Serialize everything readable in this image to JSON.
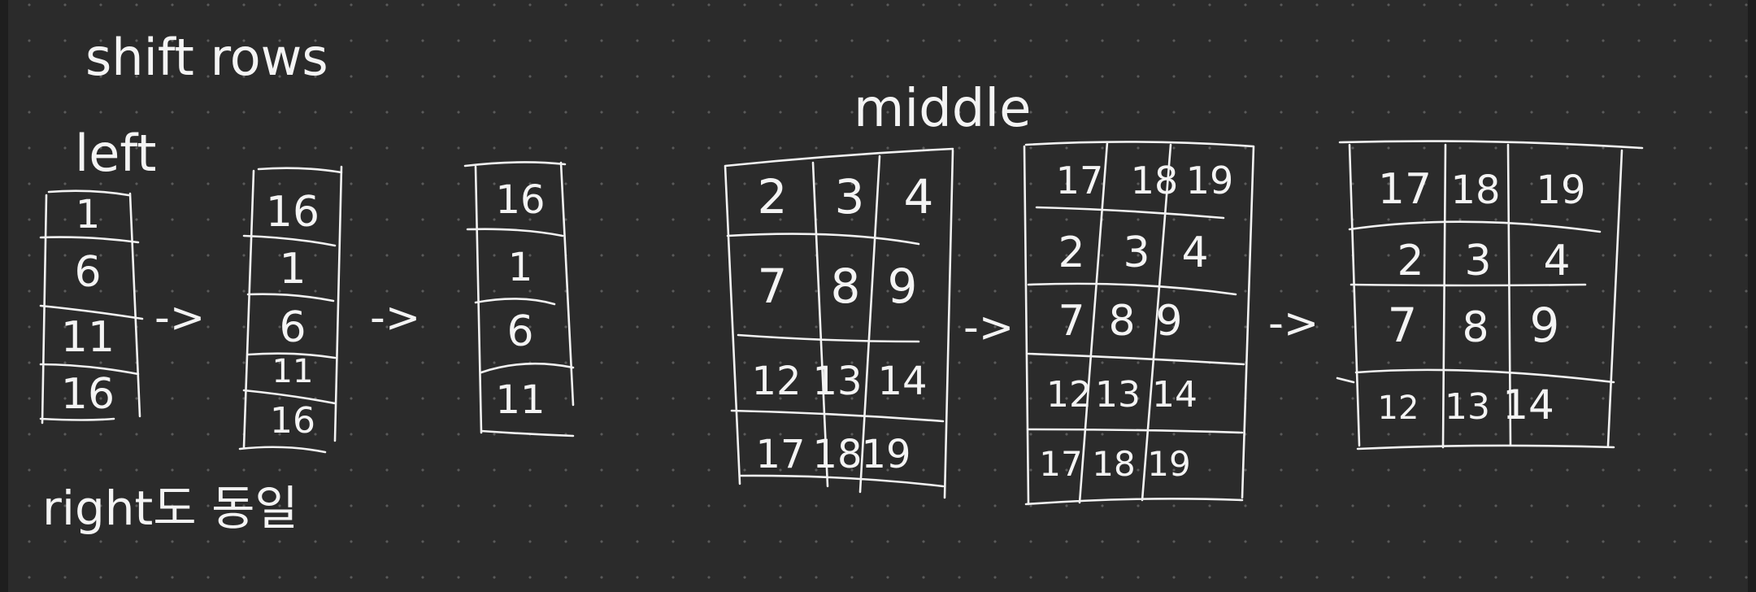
{
  "title": "shift rows",
  "left": {
    "label": "left",
    "col1": [
      "1",
      "6",
      "11",
      "16"
    ],
    "col2": [
      "16",
      "1",
      "6",
      "11",
      "16"
    ],
    "col3": [
      "16",
      "1",
      "6",
      "11"
    ]
  },
  "right_note": "right도 동일",
  "middle": {
    "label": "middle",
    "grid1": [
      [
        "2",
        "3",
        "4"
      ],
      [
        "7",
        "8",
        "9"
      ],
      [
        "12",
        "13",
        "14"
      ],
      [
        "17",
        "18",
        "19"
      ]
    ],
    "grid2": [
      [
        "17",
        "18",
        "19"
      ],
      [
        "2",
        "3",
        "4"
      ],
      [
        "7",
        "8",
        "9"
      ],
      [
        "12",
        "13",
        "14"
      ],
      [
        "17",
        "18",
        "19"
      ]
    ],
    "grid3": [
      [
        "17",
        "18",
        "19"
      ],
      [
        "2",
        "3",
        "4"
      ],
      [
        "7",
        "8",
        "9"
      ],
      [
        "12",
        "13",
        "14"
      ]
    ]
  },
  "arrow": "->"
}
